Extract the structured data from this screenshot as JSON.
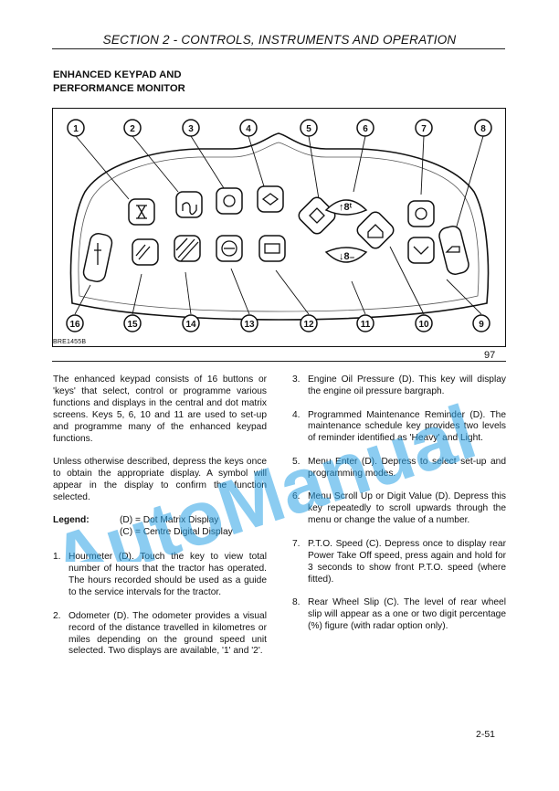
{
  "header": "SECTION 2  - CONTROLS, INSTRUMENTS AND OPERATION",
  "heading": [
    "ENHANCED KEYPAD AND",
    "PERFORMANCE MONITOR"
  ],
  "figure": {
    "callouts": [
      "1",
      "2",
      "3",
      "4",
      "5",
      "6",
      "7",
      "8",
      "9",
      "10",
      "11",
      "12",
      "13",
      "14",
      "15",
      "16"
    ],
    "key_icons": {
      "1": "hourglass-icon",
      "2": "odometer-icon",
      "3": "oil-can-icon",
      "4": "maintenance-book-icon",
      "5": "enter-icon",
      "6": "scroll-up-icon",
      "7": "pto-icon",
      "8": "tractor-icon",
      "9": "rear-wheel-slip-icon",
      "10": "home-icon",
      "11": "scroll-down-icon",
      "12": "battery-icon",
      "13": "width-icon",
      "14": "hatched-area-icon",
      "15": "hatched-hourglass-icon",
      "16": "implement-icon"
    },
    "up_key_label": "↑8ᵗ",
    "down_key_label": "↓8₋",
    "reference": "BRE1455B",
    "number": "97"
  },
  "intro_paragraphs": [
    "The enhanced keypad consists of 16 buttons or 'keys' that select, control or programme various functions and displays in the central and dot matrix screens. Keys 5, 6, 10 and 11 are used to set-up and programme many of the enhanced keypad functions.",
    "Unless otherwise described, depress the keys once to obtain the appropriate display.  A symbol will appear in the display to confirm the function selected."
  ],
  "legend": {
    "label": "Legend:",
    "values": [
      "(D) = Dot Matrix Display",
      "(C) = Centre Digital Display"
    ]
  },
  "items_left": [
    {
      "n": "1.",
      "text": "Hourmeter (D). Touch the key to view total number of hours that the tractor has operated. The hours recorded should be used as a guide to the service intervals for the tractor."
    },
    {
      "n": "2.",
      "text": "Odometer (D). The odometer provides a visual record of the distance travelled in kilometres or miles depending on the ground speed unit selected. Two displays are available, '1' and '2'."
    }
  ],
  "items_right": [
    {
      "n": "3.",
      "text": "Engine Oil Pressure (D). This key will display the engine oil pressure bargraph."
    },
    {
      "n": "4.",
      "text": "Programmed Maintenance Reminder (D). The maintenance schedule key provides two levels of reminder identified as 'Heavy' and Light."
    },
    {
      "n": "5.",
      "text": "Menu Enter (D). Depress to select set-up and programming modes."
    },
    {
      "n": "6.",
      "text": "Menu Scroll Up or Digit Value (D). Depress this key repeatedly to scroll upwards through the menu or change the value of a number."
    },
    {
      "n": "7.",
      "text": "P.T.O. Speed (C). Depress once to display rear Power Take Off speed, press again and hold for 3 seconds to show front P.T.O. speed (where fitted)."
    },
    {
      "n": "8.",
      "text": "Rear Wheel Slip (C). The level of rear wheel slip will appear as a one or two digit percentage (%) figure (with radar option only)."
    }
  ],
  "page_number": "2-51",
  "watermark": "AutoManual",
  "colors": {
    "watermark": "#2ea4e6",
    "text": "#111111"
  }
}
